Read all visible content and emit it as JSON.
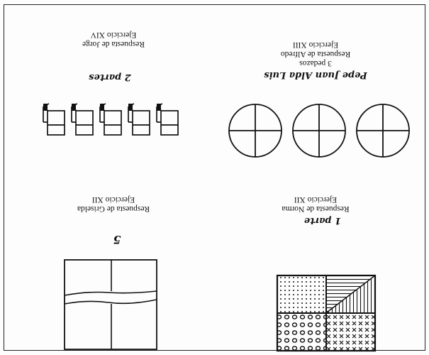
{
  "panels": {
    "fractions_drawing": {
      "handwritten": "1 parte",
      "caption_line1": "Respuesta de Norma",
      "caption_line2": "Ejercicio XII"
    },
    "square_drawing": {
      "handwritten": "5",
      "caption_line1": "Respuesta de Griselda",
      "caption_line2": "Ejercicio XII"
    },
    "circles_drawing": {
      "handwritten": "Pepe Juan Alda Luis",
      "caption_line1": "3 pedazos",
      "caption_line2": "Respuesta de Alfredo",
      "caption_line3": "Ejercicio XIII"
    },
    "chairs_drawing": {
      "handwritten": "2 partes",
      "caption_line1": "Respuesta de Jorge",
      "caption_line2": "Ejercicio XIV"
    }
  }
}
